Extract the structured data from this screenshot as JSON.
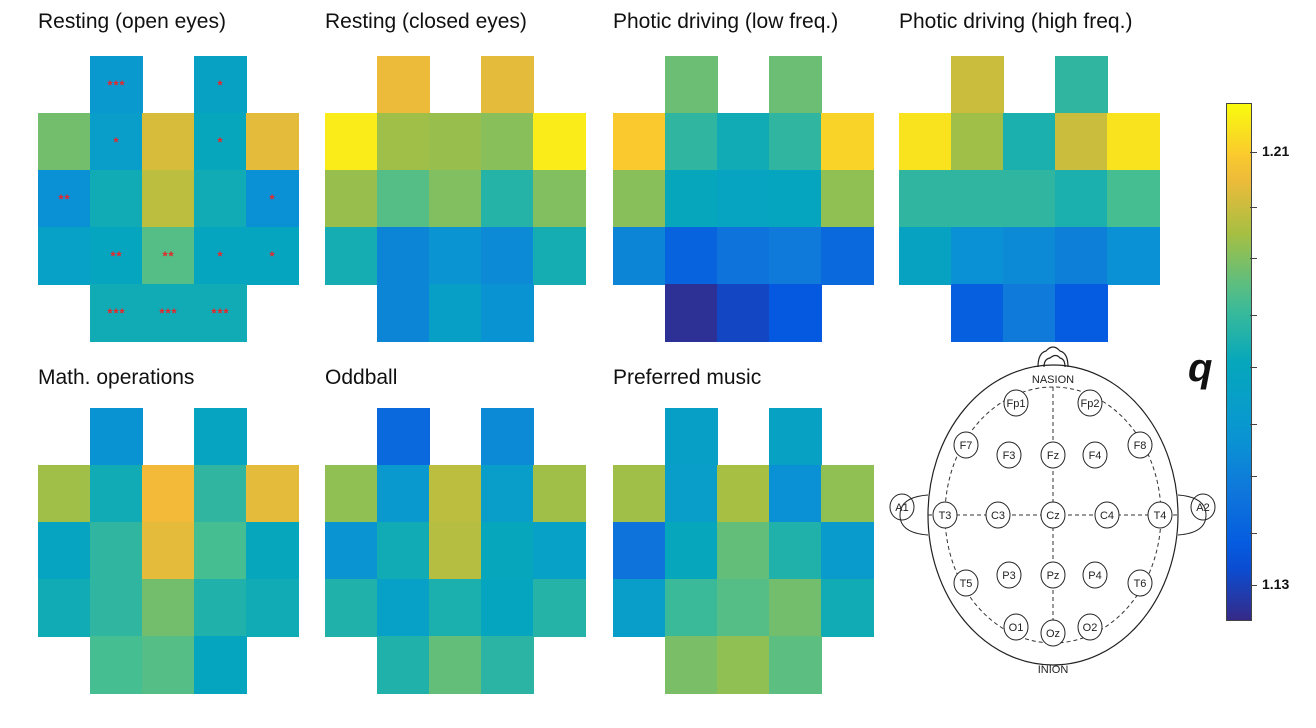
{
  "panels": [
    {
      "title": "Resting (open eyes)",
      "grid": [
        [
          null,
          0.38,
          null,
          0.45,
          null
        ],
        [
          0.68,
          0.42,
          0.82,
          0.5,
          0.84
        ],
        [
          0.34,
          0.52,
          0.78,
          0.52,
          0.34
        ],
        [
          0.44,
          0.48,
          0.64,
          0.48,
          0.48
        ],
        [
          null,
          0.52,
          0.52,
          0.52,
          null
        ]
      ],
      "sig": [
        [
          "",
          "***",
          "",
          "*",
          ""
        ],
        [
          "",
          "*",
          "",
          "*",
          ""
        ],
        [
          "**",
          "",
          "",
          "",
          "*"
        ],
        [
          "",
          "**",
          "**",
          "*",
          "*"
        ],
        [
          "",
          "***",
          "***",
          "***",
          ""
        ]
      ]
    },
    {
      "title": "Resting (closed eyes)",
      "grid": [
        [
          null,
          0.85,
          null,
          0.84,
          null
        ],
        [
          0.97,
          0.74,
          0.73,
          0.71,
          0.97
        ],
        [
          0.73,
          0.64,
          0.7,
          0.56,
          0.7
        ],
        [
          0.53,
          0.3,
          0.36,
          0.32,
          0.53
        ],
        [
          null,
          0.3,
          0.43,
          0.35,
          null
        ]
      ]
    },
    {
      "title": "Photic driving (low freq.)",
      "grid": [
        [
          null,
          0.67,
          null,
          0.67,
          null
        ],
        [
          0.9,
          0.58,
          0.52,
          0.58,
          0.92
        ],
        [
          0.71,
          0.5,
          0.47,
          0.48,
          0.72
        ],
        [
          0.3,
          0.18,
          0.24,
          0.26,
          0.2
        ],
        [
          null,
          0.02,
          0.08,
          0.14,
          null
        ]
      ]
    },
    {
      "title": "Photic driving (high freq.)",
      "grid": [
        [
          null,
          0.8,
          null,
          0.58,
          null
        ],
        [
          0.95,
          0.74,
          0.54,
          0.8,
          0.95
        ],
        [
          0.58,
          0.58,
          0.58,
          0.54,
          0.62
        ],
        [
          0.46,
          0.34,
          0.32,
          0.28,
          0.34
        ],
        [
          null,
          0.16,
          0.26,
          0.15,
          null
        ]
      ]
    },
    {
      "title": "Math. operations",
      "grid": [
        [
          null,
          0.35,
          null,
          0.47,
          null
        ],
        [
          0.74,
          0.52,
          0.86,
          0.58,
          0.84
        ],
        [
          0.47,
          0.58,
          0.84,
          0.62,
          0.5
        ],
        [
          0.52,
          0.58,
          0.68,
          0.55,
          0.52
        ],
        [
          null,
          0.62,
          0.64,
          0.48,
          null
        ]
      ]
    },
    {
      "title": "Oddball",
      "grid": [
        [
          null,
          0.2,
          null,
          0.32,
          null
        ],
        [
          0.72,
          0.38,
          0.78,
          0.42,
          0.74
        ],
        [
          0.36,
          0.52,
          0.77,
          0.5,
          0.44
        ],
        [
          0.55,
          0.44,
          0.54,
          0.48,
          0.56
        ],
        [
          null,
          0.55,
          0.66,
          0.57,
          null
        ]
      ]
    },
    {
      "title": "Preferred music",
      "grid": [
        [
          null,
          0.43,
          null,
          0.45,
          null
        ],
        [
          0.74,
          0.42,
          0.75,
          0.34,
          0.72
        ],
        [
          0.24,
          0.5,
          0.66,
          0.55,
          0.4
        ],
        [
          0.42,
          0.6,
          0.64,
          0.68,
          0.52
        ],
        [
          null,
          0.69,
          0.72,
          0.65,
          null
        ]
      ]
    }
  ],
  "colorbar": {
    "label": "q",
    "tick_labels": [
      {
        "value": "1.21",
        "pos": 0.906
      },
      {
        "value": "1.13",
        "pos": 0.07
      }
    ],
    "minor_ticks": [
      0.906,
      0.8,
      0.7,
      0.59,
      0.49,
      0.38,
      0.28,
      0.17,
      0.07
    ]
  },
  "headmap": {
    "top_label": "NASION",
    "bottom_label": "INION",
    "electrodes": [
      "Fp1",
      "Fp2",
      "F7",
      "F3",
      "Fz",
      "F4",
      "F8",
      "A1",
      "T3",
      "C3",
      "Cz",
      "C4",
      "T4",
      "A2",
      "T5",
      "P3",
      "Pz",
      "P4",
      "T6",
      "O1",
      "Oz",
      "O2"
    ]
  },
  "chart_data": {
    "type": "heatmap",
    "description_colormap": "parula",
    "colorscale_labels": [
      "1.13",
      "1.21"
    ],
    "value_label": "q",
    "panels": [
      "Resting (open eyes)",
      "Resting (closed eyes)",
      "Photic driving (low freq.)",
      "Photic driving (high freq.)",
      "Math. operations",
      "Oddball",
      "Preferred music"
    ],
    "significance_marks": [
      "***",
      "*",
      "**"
    ]
  }
}
